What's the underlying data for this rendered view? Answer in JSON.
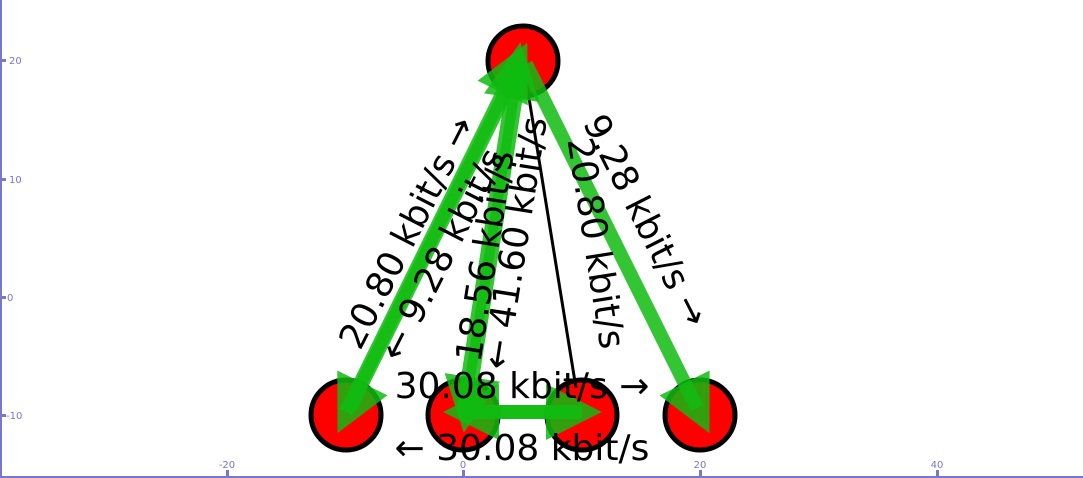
{
  "graph": {
    "colors": {
      "axis": "#7777cc",
      "node_fill": "#ff0000",
      "node_stroke": "#000000",
      "edge_active": "#11bb11",
      "edge_idle": "#000000"
    },
    "y_axis": {
      "ticks": [
        "20",
        "10",
        "0",
        "-10"
      ]
    },
    "x_axis": {
      "ticks": [
        "-20",
        "0",
        "20",
        "40"
      ]
    },
    "nodes": [
      {
        "id": "top"
      },
      {
        "id": "bottom-left"
      },
      {
        "id": "bottom-center-left"
      },
      {
        "id": "bottom-center-right"
      },
      {
        "id": "bottom-right"
      }
    ],
    "edges": [
      {
        "id": "top-to-bottom-left",
        "style": "active",
        "label": "20.80 kbit/s →"
      },
      {
        "id": "bottom-left-to-top",
        "style": "active",
        "label": "← 9.28 kbit/s"
      },
      {
        "id": "top-to-bottom-center-left",
        "style": "active",
        "label": "18.56 kbit/s"
      },
      {
        "id": "bottom-center-left-to-top",
        "style": "active",
        "label": "← 41.60 kbit/s"
      },
      {
        "id": "top-to-bottom-center-right",
        "style": "idle",
        "label": "20.80 kbit/s"
      },
      {
        "id": "top-to-bottom-right",
        "style": "active",
        "label": "9.28 kbit/s →"
      },
      {
        "id": "center-left-to-center-right",
        "style": "active",
        "label": "30.08 kbit/s →"
      },
      {
        "id": "center-right-to-center-left",
        "style": "active",
        "label": "← 30.08 kbit/s"
      }
    ]
  }
}
